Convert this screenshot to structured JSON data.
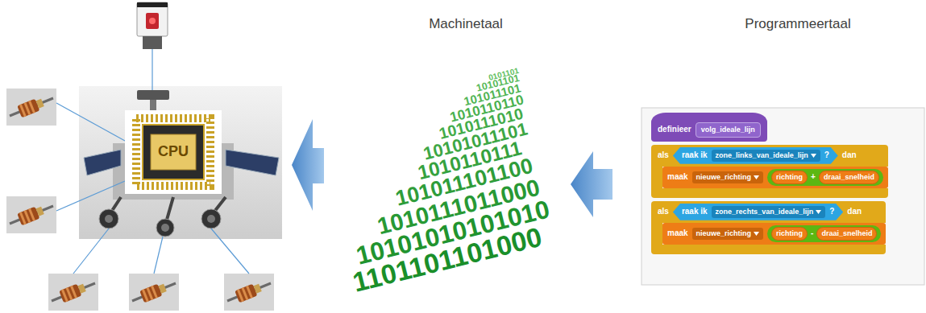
{
  "diagram": {
    "nodes": [
      {
        "text": [
          "CPU"
        ]
      },
      {
        "text": [
          "definieer",
          "volg_ideale_lijn"
        ]
      },
      {
        "text": [
          "als",
          "dan"
        ]
      },
      {
        "text": [
          "raak ik",
          "zone_links_van_ideale_lijn",
          "?"
        ],
        "in": 2
      },
      {
        "text": [
          "maak",
          "nieuwe_richting"
        ],
        "in": 2
      },
      {
        "text": [
          "+"
        ],
        "in": 4
      },
      {
        "text": [
          "richting"
        ],
        "in": 5
      },
      {
        "text": [
          "draai_snelheid"
        ],
        "in": 5
      },
      {
        "text": [
          "als",
          "dan"
        ]
      },
      {
        "text": [
          "raak ik",
          "zone_rechts_van_ideale_lijn",
          "?"
        ],
        "in": 8
      },
      {
        "text": [
          "maak",
          "nieuwe_richting"
        ],
        "in": 8
      },
      {
        "text": [
          "-"
        ],
        "in": 10
      },
      {
        "text": [
          "richting"
        ],
        "in": 11
      },
      {
        "text": [
          "draai_snelheid"
        ],
        "in": 11
      }
    ],
    "labels": [
      "Machinetaal",
      "Programmeertaal",
      "0101101",
      "10101101",
      "101011101",
      "1010110110",
      "1010111010",
      "10101011101",
      "1010110111",
      "101011101100",
      "1010111011000",
      "10101010101010",
      "1101101101000"
    ]
  }
}
